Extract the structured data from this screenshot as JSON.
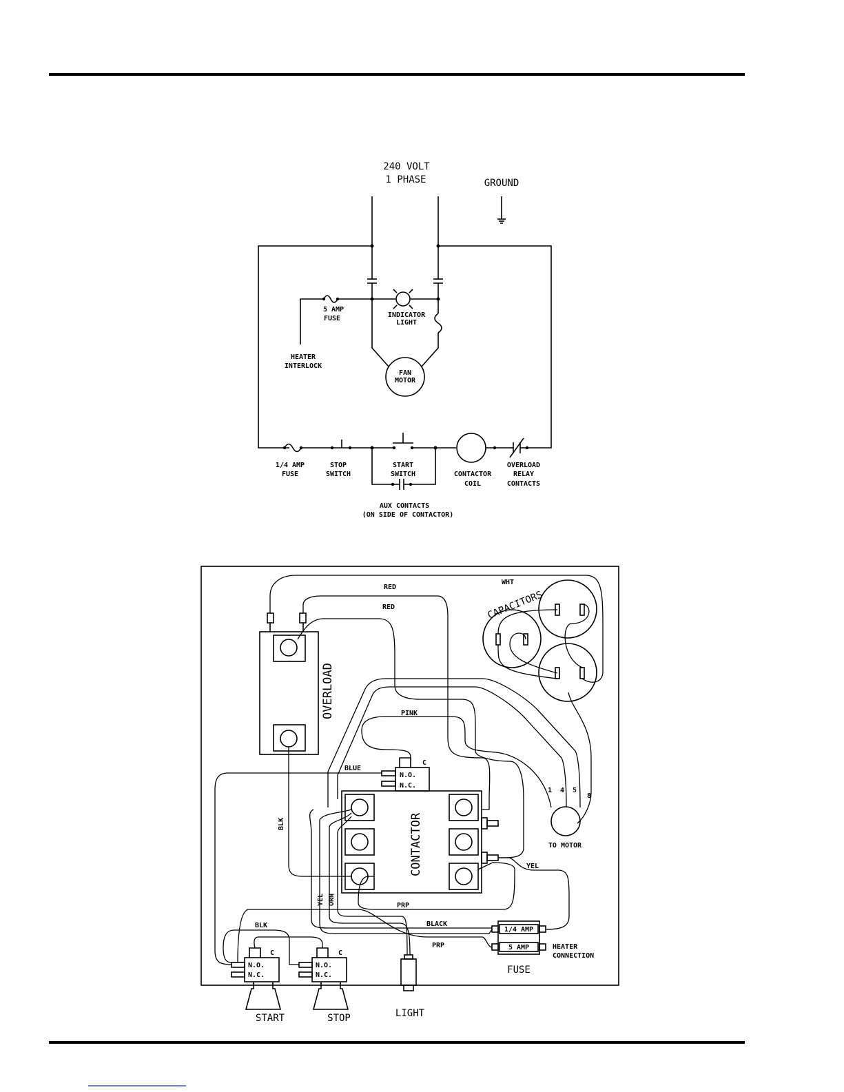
{
  "schematic": {
    "supply_line1": "240 VOLT",
    "supply_line2": "1 PHASE",
    "ground": "GROUND",
    "fuse_5a_line1": "5 AMP",
    "fuse_5a_line2": "FUSE",
    "indicator_line1": "INDICATOR",
    "indicator_line2": "LIGHT",
    "heater_line1": "HEATER",
    "heater_line2": "INTERLOCK",
    "fan_line1": "FAN",
    "fan_line2": "MOTOR",
    "fuse_quarter_line1": "1/4 AMP",
    "fuse_quarter_line2": "FUSE",
    "stop_line1": "STOP",
    "stop_line2": "SWITCH",
    "start_line1": "START",
    "start_line2": "SWITCH",
    "contactor_line1": "CONTACTOR",
    "contactor_line2": "COIL",
    "overload_line1": "OVERLOAD",
    "overload_line2": "RELAY",
    "overload_line3": "CONTACTS",
    "aux_line1": "AUX CONTACTS",
    "aux_line2": "(ON SIDE OF CONTACTOR)"
  },
  "wiring": {
    "wire_red_top": "RED",
    "wire_red_second": "RED",
    "wire_wht": "WHT",
    "capacitors": "CAPACITORS",
    "overload": "OVERLOAD",
    "wire_pink": "PINK",
    "wire_blue": "BLUE",
    "aux_c": "C",
    "aux_no": "N.O.",
    "aux_nc": "N.C.",
    "contactor": "CONTACTOR",
    "wire_blk": "BLK",
    "wire_yel_left": "YEL",
    "wire_orn": "ORN",
    "wire_prp_mid": "PRP",
    "wire_yel_right": "YEL",
    "wire_black": "BLACK",
    "wire_prp_low": "PRP",
    "wire_blk_low": "BLK",
    "terminal_1": "1",
    "terminal_4": "4",
    "terminal_5": "5",
    "terminal_8": "8",
    "to_motor": "TO MOTOR",
    "fuse_quarter": "1/4 AMP",
    "fuse_five": "5 AMP",
    "fuse_caption": "FUSE",
    "heater_conn_line1": "HEATER",
    "heater_conn_line2": "CONNECTION",
    "start_c": "C",
    "start_no": "N.O.",
    "start_nc": "N.C.",
    "stop_c": "C",
    "stop_no": "N.O.",
    "stop_nc": "N.C.",
    "start": "START",
    "stop": "STOP",
    "light": "LIGHT"
  }
}
